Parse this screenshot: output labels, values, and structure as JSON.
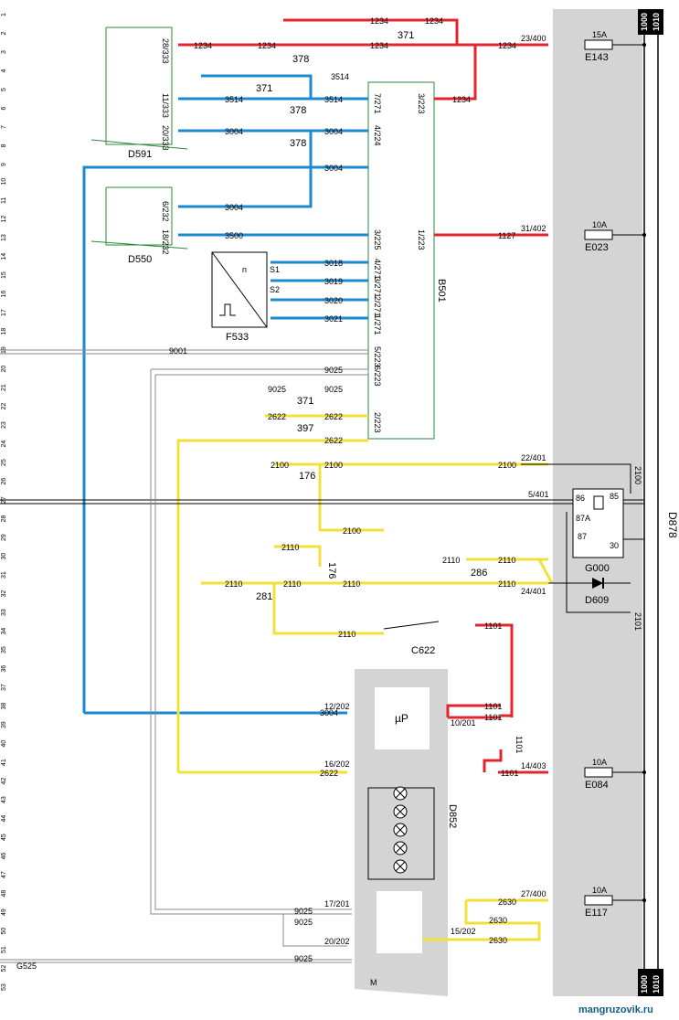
{
  "watermark": "mangruzovik.ru",
  "bus_top": [
    "1000",
    "1010"
  ],
  "bus_bottom": [
    "1000",
    "1010"
  ],
  "bus_label": "D878",
  "components": {
    "D591": "D591",
    "D550": "D550",
    "F533": "F533",
    "B501": "B501",
    "C622": "C622",
    "D852": "D852",
    "G000": "G000",
    "D609": "D609",
    "G525": "G525",
    "uP": "µP",
    "n": "n",
    "S1": "S1",
    "S2": "S2",
    "M": "M"
  },
  "fuses": [
    {
      "id": "E143",
      "rating": "15A",
      "wire": "23/400"
    },
    {
      "id": "E023",
      "rating": "10A",
      "wire": "31/402"
    },
    {
      "id": "E084",
      "rating": "10A",
      "wire": "14/403"
    },
    {
      "id": "E117",
      "rating": "10A",
      "wire": "27/400"
    }
  ],
  "wires": {
    "w1234": "1234",
    "w3514": "3514",
    "w3004": "3004",
    "w3500": "3500",
    "w3018": "3018",
    "w3019": "3019",
    "w3020": "3020",
    "w3021": "3021",
    "w9001": "9001",
    "w9025": "9025",
    "w2622": "2622",
    "w2100": "2100",
    "w2110": "2110",
    "w1101": "1101",
    "w1127": "1127",
    "w2630": "2630",
    "w2101": "2101"
  },
  "connectors": {
    "c378": "378",
    "c371": "371",
    "c397": "397",
    "c176": "176",
    "c281": "281",
    "c286": "286"
  },
  "pins": {
    "d591": [
      "28/333",
      "11/333",
      "20/333"
    ],
    "d550": [
      "6/232",
      "18/232"
    ],
    "b501_left": [
      "7/271",
      "4/224",
      "3/225",
      "4/271",
      "3/271",
      "2/271",
      "1/271",
      "5/223",
      "6/223",
      "2/223"
    ],
    "b501_right": [
      "3/223",
      "1/223"
    ],
    "d852": [
      "12/202",
      "10/201",
      "16/202",
      "17/201",
      "20/202",
      "15/202"
    ],
    "relay": [
      "86",
      "87A",
      "87",
      "85",
      "30"
    ],
    "aux": [
      "5/401",
      "22/401",
      "24/401"
    ]
  },
  "row_numbers": [
    "1",
    "2",
    "3",
    "4",
    "5",
    "6",
    "7",
    "8",
    "9",
    "10",
    "11",
    "12",
    "13",
    "14",
    "15",
    "16",
    "17",
    "18",
    "19",
    "20",
    "21",
    "22",
    "23",
    "24",
    "25",
    "26",
    "27",
    "28",
    "29",
    "30",
    "31",
    "32",
    "33",
    "34",
    "35",
    "36",
    "37",
    "38",
    "39",
    "40",
    "41",
    "42",
    "43",
    "44",
    "45",
    "46",
    "47",
    "48",
    "49",
    "50",
    "51",
    "52",
    "53"
  ]
}
